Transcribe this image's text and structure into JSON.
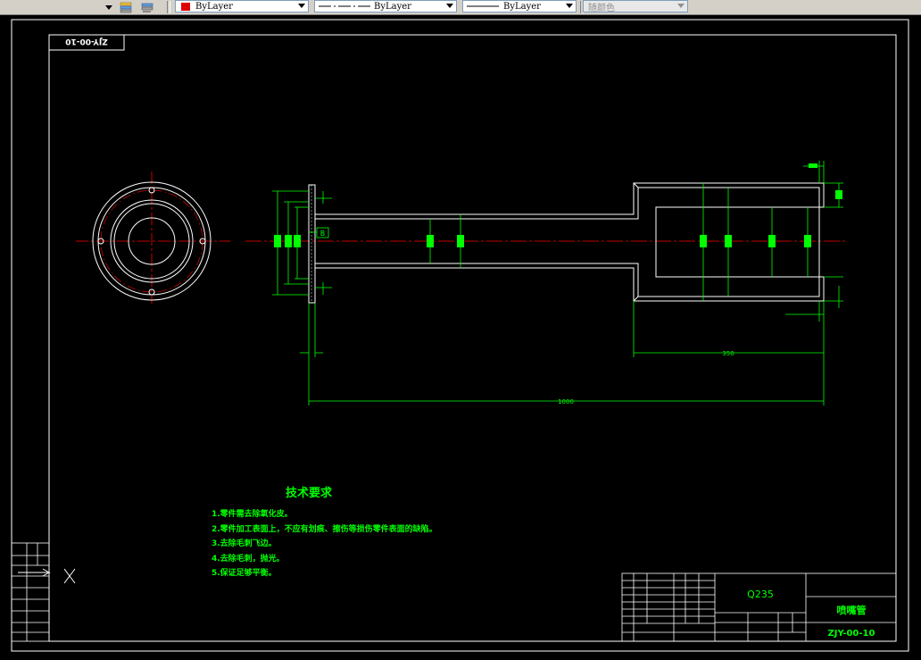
{
  "toolbar": {
    "layer_color_label": "ByLayer",
    "linetype_label": "ByLayer",
    "lineweight_label": "ByLayer",
    "plotstyle_label": "随颜色"
  },
  "drawing": {
    "upside_label": "ZJY-00-10",
    "tech_title": "技术要求",
    "tech_items": [
      "1.零件需去除氧化皮。",
      "2.零件加工表面上，不应有划痕、擦伤等损伤零件表面的缺陷。",
      "3.去除毛刺飞边。",
      "4.去除毛刺，抛光。",
      "5.保证足够平衡。"
    ],
    "dim_total": "1000",
    "dim_section": "350",
    "datum_label": "B",
    "title_block": {
      "material": "Q235",
      "part_name": "喷嘴管",
      "drawing_no": "ZJY-00-10"
    }
  },
  "colors": {
    "outline": "#ffffff",
    "dimension": "#00ff00",
    "centerline": "#ff0000",
    "text_green": "#00ff00",
    "part": "#ffffff"
  }
}
